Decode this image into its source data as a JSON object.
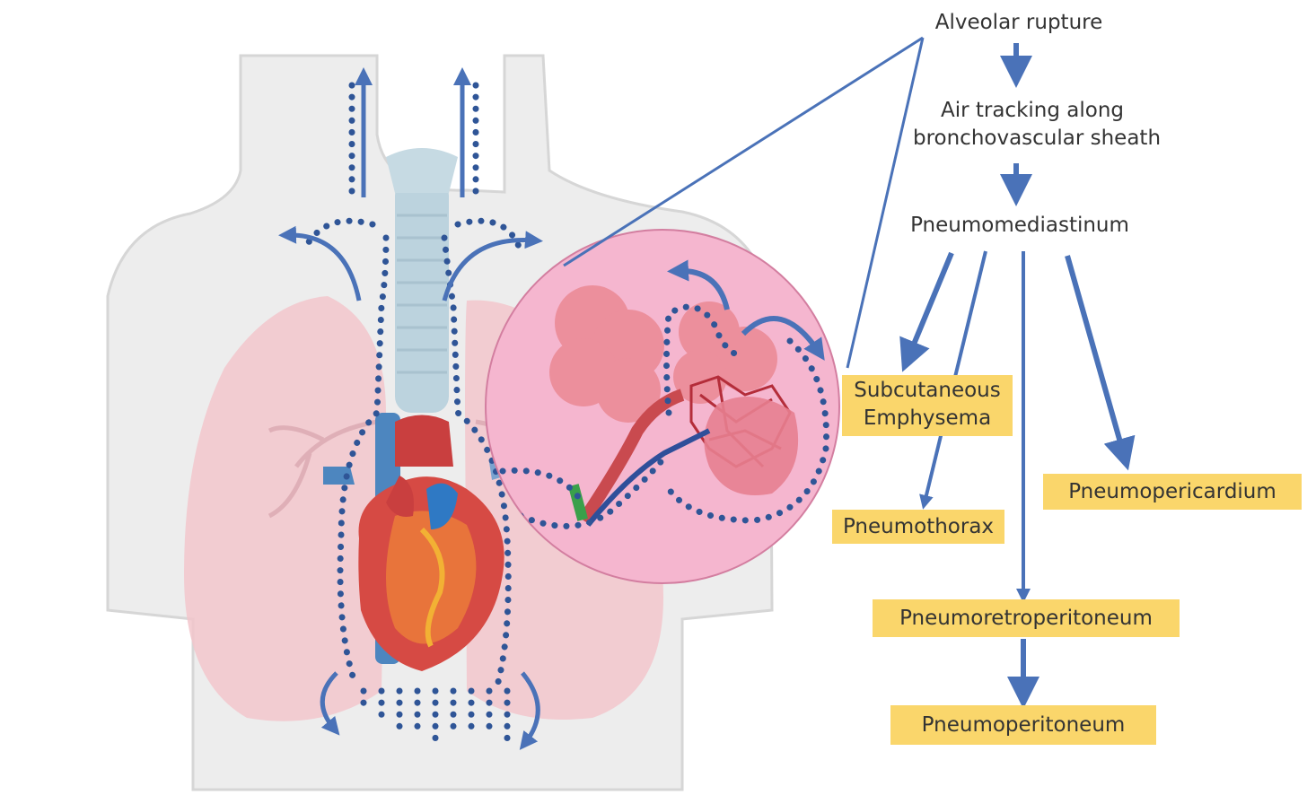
{
  "colors": {
    "arrow": "#4a72b8",
    "box_fill": "#fad66b",
    "text": "#333333",
    "body_fill": "#ededed",
    "lung_fill": "#f2c6cb",
    "zoom_circle": "#f5b6cf",
    "air_dots": "#2f5597"
  },
  "icons": [
    "human-torso-illustration",
    "lungs-illustration",
    "heart-illustration",
    "trachea-illustration",
    "alveoli-magnified-illustration"
  ],
  "flow": {
    "alveolar_rupture": "Alveolar rupture",
    "air_tracking": [
      "Air tracking along",
      "bronchovascular sheath"
    ],
    "pneumomediastinum": "Pneumomediastinum"
  },
  "outcomes": {
    "subcutaneous_emphysema": [
      "Subcutaneous",
      "Emphysema"
    ],
    "pneumothorax": "Pneumothorax",
    "pneumopericardium": "Pneumopericardium",
    "pneumoretroperitoneum": "Pneumoretroperitoneum",
    "pneumoperitoneum": "Pneumoperitoneum"
  }
}
